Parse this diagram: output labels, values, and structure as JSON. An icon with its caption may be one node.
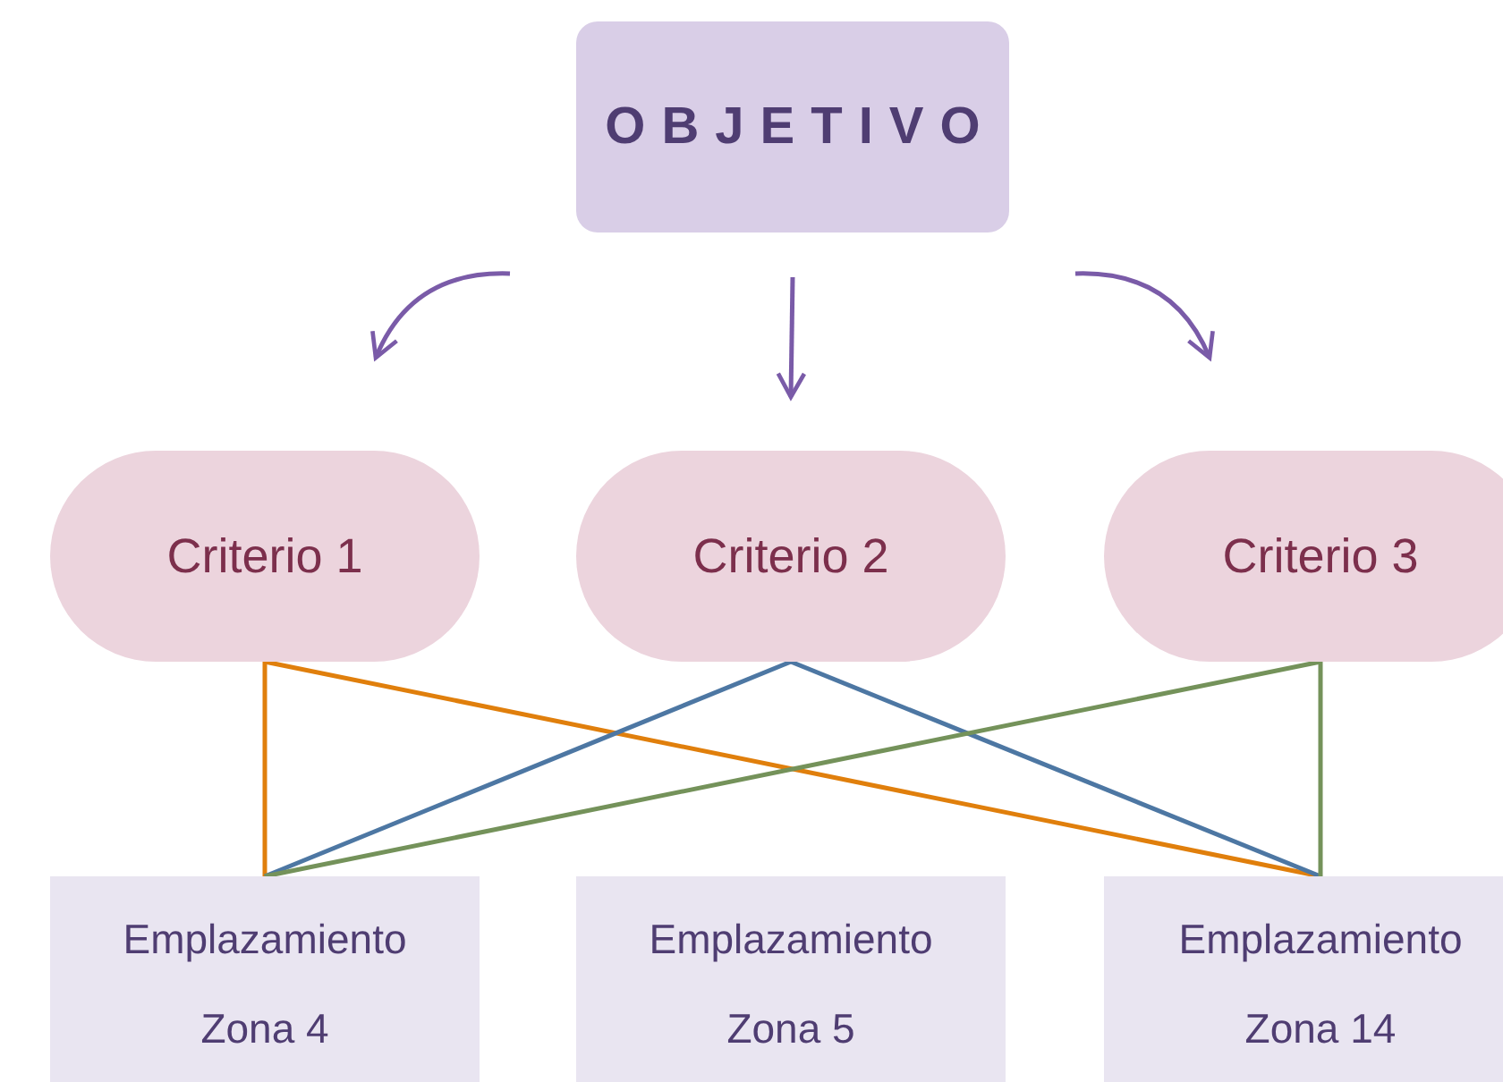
{
  "diagram": {
    "nodes": [
      {
        "text": [
          "OBJETIVO"
        ]
      },
      {
        "text": [
          "Criterio 1"
        ]
      },
      {
        "text": [
          "Criterio 2"
        ]
      },
      {
        "text": [
          "Criterio 3"
        ]
      },
      {
        "text": [
          "Emplazamiento",
          "Zona 4"
        ]
      },
      {
        "text": [
          "Emplazamiento",
          "Zona 5"
        ]
      },
      {
        "text": [
          "Emplazamiento",
          "Zona 14"
        ]
      }
    ],
    "edges": [
      {
        "from": 0,
        "to": 1,
        "arrow": "to",
        "color": "#7a5ba8"
      },
      {
        "from": 0,
        "to": 2,
        "arrow": "to",
        "color": "#7a5ba8"
      },
      {
        "from": 0,
        "to": 3,
        "arrow": "to",
        "color": "#7a5ba8"
      },
      {
        "from": 1,
        "to": 4,
        "arrow": "none",
        "color": "#e07f0c"
      },
      {
        "from": 1,
        "to": 6,
        "arrow": "none",
        "color": "#e07f0c"
      },
      {
        "from": 2,
        "to": 4,
        "arrow": "none",
        "color": "#4d77a3"
      },
      {
        "from": 2,
        "to": 6,
        "arrow": "none",
        "color": "#4d77a3"
      },
      {
        "from": 3,
        "to": 4,
        "arrow": "none",
        "color": "#74925a"
      },
      {
        "from": 3,
        "to": 6,
        "arrow": "none",
        "color": "#74925a"
      }
    ]
  }
}
